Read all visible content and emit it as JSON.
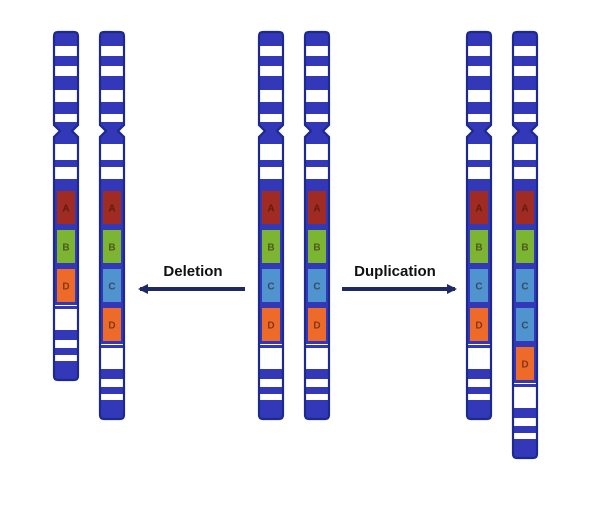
{
  "labels": {
    "deletion": "Deletion",
    "duplication": "Duplication"
  },
  "colors": {
    "outline": "#1c2a8f",
    "dark_band": "#3338b8",
    "light_band": "#ffffff",
    "gene_A": "#a02b22",
    "gene_B": "#7bb531",
    "gene_C": "#4f93cf",
    "gene_D": "#ee6a28",
    "arrow": "#1e2a66"
  },
  "chromosomes": [
    {
      "group": "deletion",
      "genes": [
        "A",
        "B",
        "D"
      ]
    },
    {
      "group": "deletion",
      "genes": [
        "A",
        "B",
        "C",
        "D"
      ]
    },
    {
      "group": "original",
      "genes": [
        "A",
        "B",
        "C",
        "D"
      ]
    },
    {
      "group": "original",
      "genes": [
        "A",
        "B",
        "C",
        "D"
      ]
    },
    {
      "group": "duplication",
      "genes": [
        "A",
        "B",
        "C",
        "D"
      ]
    },
    {
      "group": "duplication",
      "genes": [
        "A",
        "B",
        "C",
        "C",
        "D"
      ]
    }
  ]
}
